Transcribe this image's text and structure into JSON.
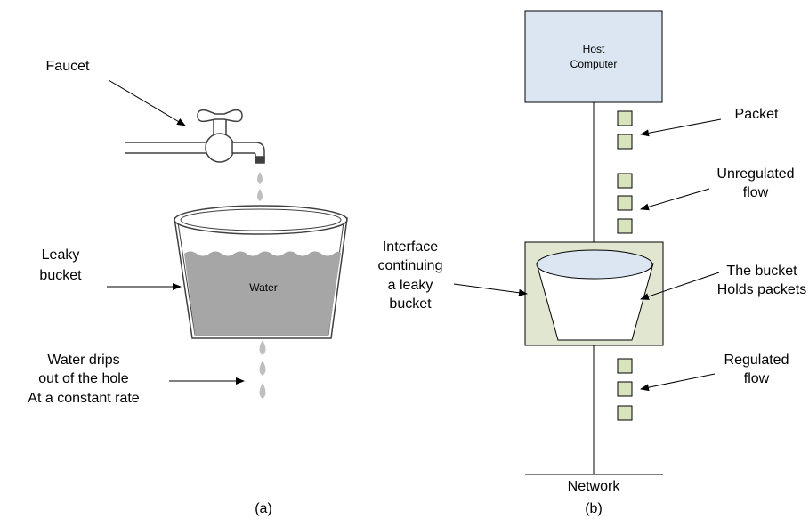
{
  "panel_a": {
    "faucet_label": "Faucet",
    "bucket_label_lines": [
      "Leaky",
      "bucket"
    ],
    "water_label": "Water",
    "drips_label_lines": [
      "Water drips",
      "out of the hole",
      "At a constant rate"
    ],
    "caption": "(a)"
  },
  "panel_b": {
    "host_label_lines": [
      "Host",
      "Computer"
    ],
    "packet_label": "Packet",
    "unregulated_label_lines": [
      "Unregulated",
      "flow"
    ],
    "interface_label_lines": [
      "Interface",
      "continuing",
      "a leaky",
      "bucket"
    ],
    "bucket_holds_label_lines": [
      "The bucket",
      "Holds packets"
    ],
    "regulated_label_lines": [
      "Regulated",
      "flow"
    ],
    "network_label": "Network",
    "caption": "(b)"
  },
  "colors": {
    "host_fill": "#dce6f2",
    "packet_fill": "#d8e4bc",
    "interface_fill": "#e0e6d0",
    "water_fill": "#a6a6a6",
    "bucket_top_fill": "#dce6f2",
    "drop_fill": "#bfbfbf"
  }
}
